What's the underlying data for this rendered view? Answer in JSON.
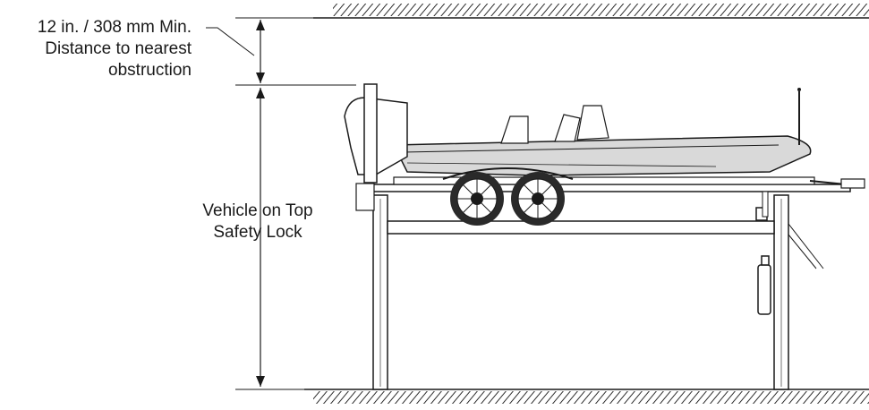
{
  "annotations": {
    "clearance": {
      "lines": [
        "12 in. / 308 mm Min.",
        "Distance to nearest",
        "obstruction"
      ]
    },
    "vehicle": {
      "lines": [
        "Vehicle on Top",
        "Safety Lock"
      ]
    }
  },
  "colors": {
    "ink": "#1a1a1a",
    "hull_shade": "#d9d9d9",
    "tire": "#2a2a2a",
    "background": "#ffffff"
  }
}
